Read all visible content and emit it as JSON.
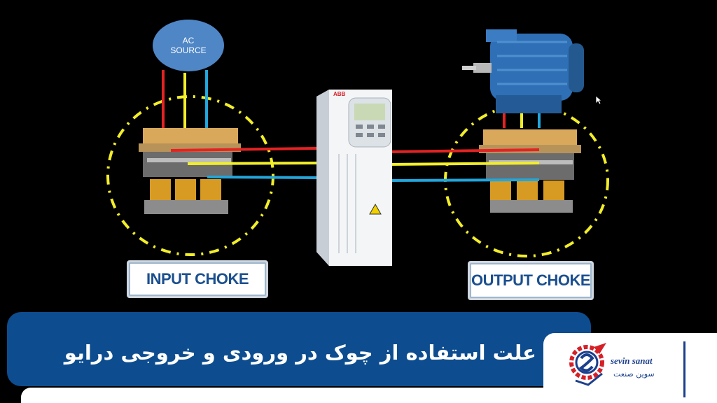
{
  "diagram": {
    "ac_source_line1": "AC",
    "ac_source_line2": "SOURCE",
    "drive_brand": "ABB",
    "input_choke_label": "INPUT CHOKE",
    "output_choke_label": "OUTPUT CHOKE",
    "wire_colors": [
      "#e52222",
      "#f2ee2a",
      "#22a6dc"
    ],
    "highlight_circle_color": "#f2ee2a"
  },
  "banner": {
    "title": "علت استفاده از چوک در ورودی و خروجی درایو"
  },
  "logo": {
    "brand_latin": "sevin sanat",
    "brand_persian": "سوین صنعت",
    "brand_color": "#1b3f8c",
    "accent_color": "#d62027"
  },
  "colors": {
    "background": "#000000",
    "banner": "#0d4d8f",
    "ac_source": "#4f86c6"
  }
}
